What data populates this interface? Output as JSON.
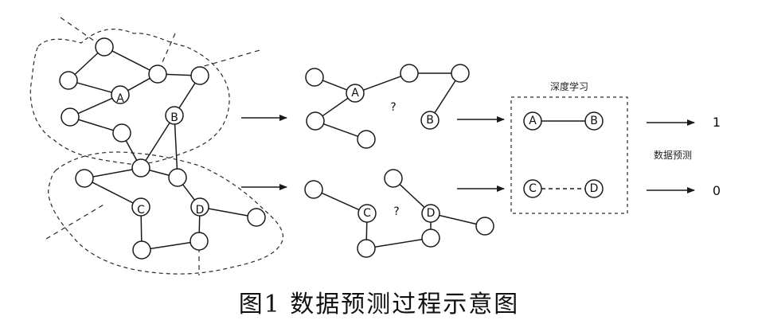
{
  "labels": {
    "a": "A",
    "b": "B",
    "c": "C",
    "d": "D"
  },
  "unknown_marks": {
    "top": "?",
    "bottom": "?"
  },
  "box_title": "深度学习",
  "prediction_label": "数据预测",
  "outputs": {
    "top": "1",
    "bottom": "0"
  },
  "caption": "图1 数据预测过程示意图"
}
